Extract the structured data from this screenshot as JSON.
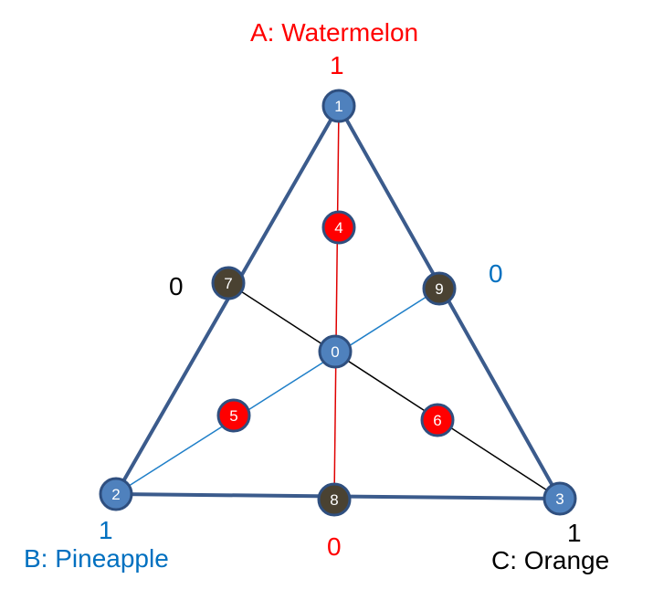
{
  "labels": {
    "a": "A: Watermelon",
    "b": "B: Pineapple",
    "c": "C: Orange"
  },
  "scale": {
    "a_top": "1",
    "a_bottom": "0",
    "b_left": "1",
    "b_right": "0",
    "c_right": "1",
    "c_left": "0"
  },
  "nodes": [
    {
      "id": "1",
      "kind": "vertex",
      "color": "#4f81bd"
    },
    {
      "id": "2",
      "kind": "vertex",
      "color": "#4f81bd"
    },
    {
      "id": "3",
      "kind": "vertex",
      "color": "#4f81bd"
    },
    {
      "id": "0",
      "kind": "centroid",
      "color": "#4f81bd"
    },
    {
      "id": "4",
      "kind": "inner",
      "color": "#ff0000"
    },
    {
      "id": "5",
      "kind": "inner",
      "color": "#ff0000"
    },
    {
      "id": "6",
      "kind": "inner",
      "color": "#ff0000"
    },
    {
      "id": "7",
      "kind": "edge-midpoint",
      "color": "#4a4232"
    },
    {
      "id": "8",
      "kind": "edge-midpoint",
      "color": "#4a4232"
    },
    {
      "id": "9",
      "kind": "edge-midpoint",
      "color": "#4a4232"
    }
  ],
  "colors": {
    "triangle": "#3b5b8c",
    "node_stroke": "#2f4f7f",
    "line_a": "#e00000",
    "line_b": "#1f7fc8",
    "line_c": "#000000"
  }
}
